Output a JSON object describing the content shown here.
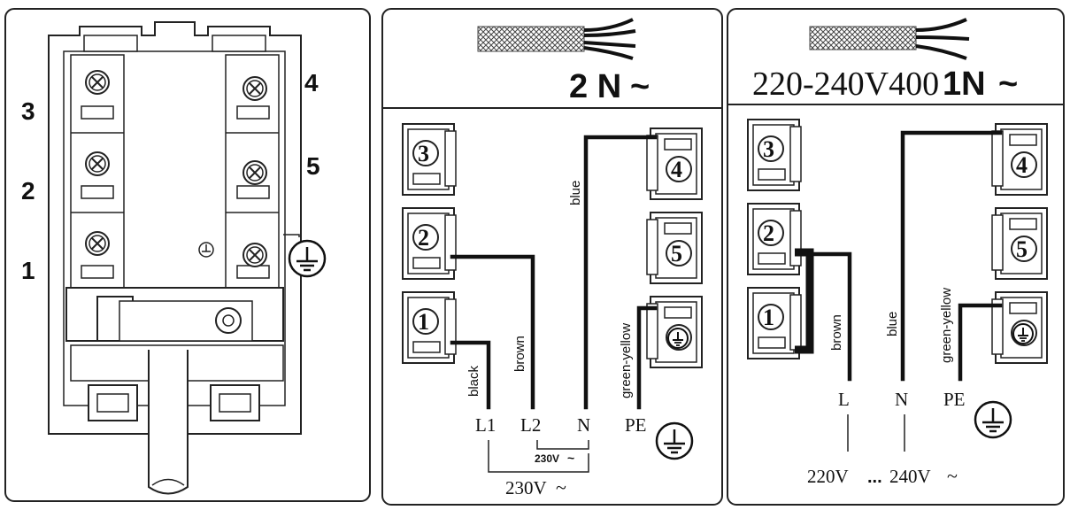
{
  "panel_left": {
    "terminal_numbers": {
      "t1": "1",
      "t2": "2",
      "t3": "3",
      "t4": "4",
      "t5": "5"
    },
    "earth_icon": "earth-ground-icon"
  },
  "panel_middle": {
    "voltage_title": "2 N",
    "title_suffix": "~",
    "terminals": {
      "t1": "1",
      "t2": "2",
      "t3": "3",
      "t4": "4",
      "t5": "5"
    },
    "wires": {
      "black": "black",
      "brown": "brown",
      "blue": "blue",
      "green_yellow": "green-yellow"
    },
    "leads": {
      "l1": "L1",
      "l2": "L2",
      "n": "N",
      "pe": "PE"
    },
    "voltage_l2_n": "230V",
    "voltage_l1_n": "230V",
    "ac_symbol": "~",
    "earth_icon": "earth-ground-icon"
  },
  "panel_right": {
    "voltage_title": "220-240V400",
    "title_suffix": "1N",
    "title_tilde": "~",
    "terminals": {
      "t1": "1",
      "t2": "2",
      "t3": "3",
      "t4": "4",
      "t5": "5"
    },
    "wires": {
      "brown": "brown",
      "blue": "blue",
      "green_yellow": "green-yellow"
    },
    "leads": {
      "l": "L",
      "n": "N",
      "pe": "PE"
    },
    "voltage_range_from": "220V",
    "voltage_range_sep": "...",
    "voltage_range_to": "240V",
    "ac_symbol": "~",
    "earth_icon": "earth-ground-icon"
  }
}
